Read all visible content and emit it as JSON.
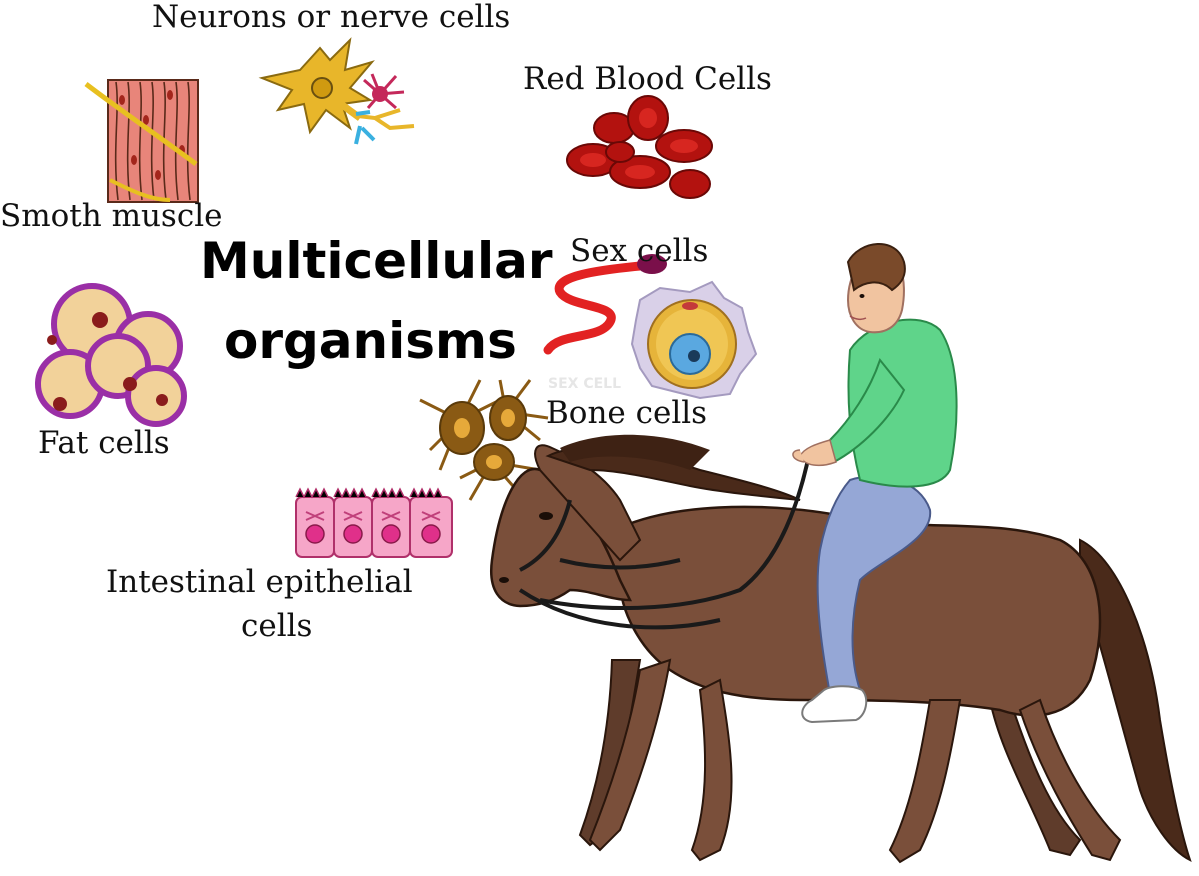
{
  "title": {
    "line1": "Multicellular",
    "line2": "organisms"
  },
  "labels": {
    "neurons": "Neurons or nerve cells",
    "red_blood": "Red Blood Cells",
    "smooth_muscle": "Smoth muscle",
    "sex_cells": "Sex cells",
    "fat_cells": "Fat cells",
    "bone_cells": "Bone cells",
    "intestinal_line1": "Intestinal epithelial",
    "intestinal_line2": "cells"
  },
  "faint_text": "SEX CELL",
  "colors": {
    "muscle": "#e8857a",
    "neuron": "#e8b62a",
    "neuron_small": "#c4285a",
    "neuron_blue": "#3ab0e0",
    "blood": "#b3120f",
    "sperm": "#e22222",
    "egg_cytoplasm": "#e6b43a",
    "egg_nucleus": "#5aa8e0",
    "fat_cell": "#f2d29a",
    "fat_border": "#9a2fa6",
    "bone": "#8a5a14",
    "epithelial": "#f6a6c8",
    "horse": "#7a4f3a",
    "shirt": "#5fd48a",
    "jeans": "#95a7d6",
    "hair": "#7a4a2a",
    "skin": "#f1c4a0"
  }
}
